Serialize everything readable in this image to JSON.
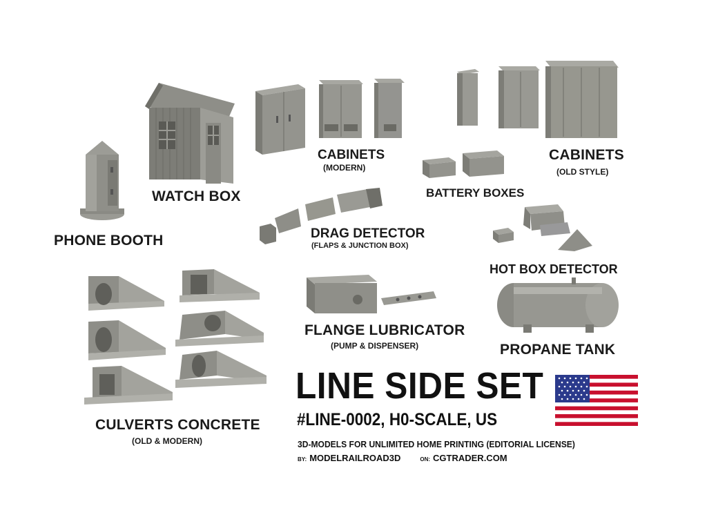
{
  "items": {
    "phone_booth": "PHONE BOOTH",
    "watch_box": "WATCH BOX",
    "cabinets_modern": {
      "title": "CABINETS",
      "sub": "(MODERN)"
    },
    "cabinets_old": {
      "title": "CABINETS",
      "sub": "(OLD STYLE)"
    },
    "battery_boxes": "BATTERY BOXES",
    "drag_detector": {
      "title": "DRAG DETECTOR",
      "sub": "(FLAPS & JUNCTION BOX)"
    },
    "hot_box_detector": "HOT BOX DETECTOR",
    "flange_lubricator": {
      "title": "FLANGE LUBRICATOR",
      "sub": "(PUMP & DISPENSER)"
    },
    "propane_tank": "PROPANE TANK",
    "culverts": {
      "title": "CULVERTS CONCRETE",
      "sub": "(OLD & MODERN)"
    }
  },
  "product": {
    "title": "LINE SIDE SET",
    "sku_line": "#LINE-0002, H0-SCALE, US",
    "description": "3D-MODELS FOR UNLIMITED HOME PRINTING (EDITORIAL LICENSE)",
    "by_prefix": "BY:",
    "author": "MODELRAILROAD3D",
    "on_prefix": "ON:",
    "store": "CGTRADER.COM"
  },
  "flag": "us-flag",
  "colors": {
    "model_gray": "#8c8c86",
    "flag_red": "#c8102e",
    "flag_blue": "#2b3a8c"
  }
}
